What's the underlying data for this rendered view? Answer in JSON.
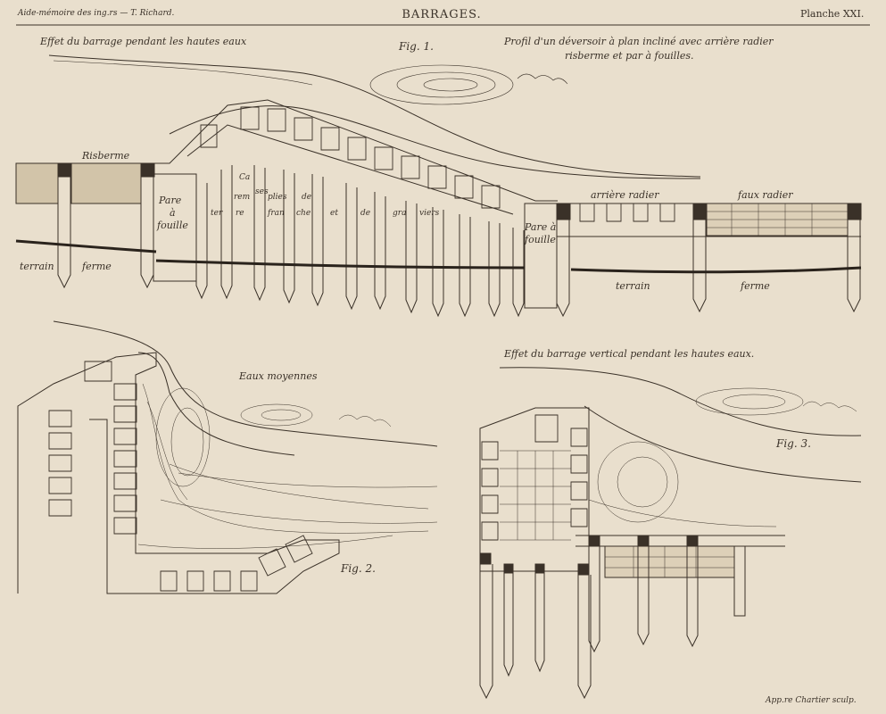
{
  "header": {
    "left": "Aide-mémoire des ing.rs — T. Richard.",
    "center": "BARRAGES.",
    "right": "Planche XXI."
  },
  "fig1": {
    "caption_left": "Effet du barrage pendant les hautes eaux",
    "fig_label": "Fig. 1.",
    "profile_line1": "Profil d'un déversoir à plan incliné avec arrière radier",
    "profile_line2": "risberme et par à fouilles.",
    "risberme": "Risberme",
    "pare_left": [
      "Pare",
      "à",
      "fouille"
    ],
    "pare_right": [
      "Pare à",
      "fouille"
    ],
    "caisses": [
      "Ca",
      "ses",
      "rem",
      "plies",
      "de",
      "ter",
      "re",
      "fran",
      "che",
      "et",
      "de",
      "gra",
      "viers"
    ],
    "arriere_radier": "arrière radier",
    "faux_radier": "faux radier",
    "terrain_left": "terrain",
    "ferme_left": "ferme",
    "terrain_right": "terrain",
    "ferme_right": "ferme"
  },
  "fig2": {
    "caption": "Eaux moyennes",
    "fig_label": "Fig. 2."
  },
  "fig3": {
    "caption": "Effet du barrage vertical pendant les hautes eaux.",
    "fig_label": "Fig. 3."
  },
  "footer": {
    "engraver": "App.re Chartier sculp."
  },
  "colors": {
    "paper": "#e9dfcd",
    "ink": "#3a3128"
  }
}
